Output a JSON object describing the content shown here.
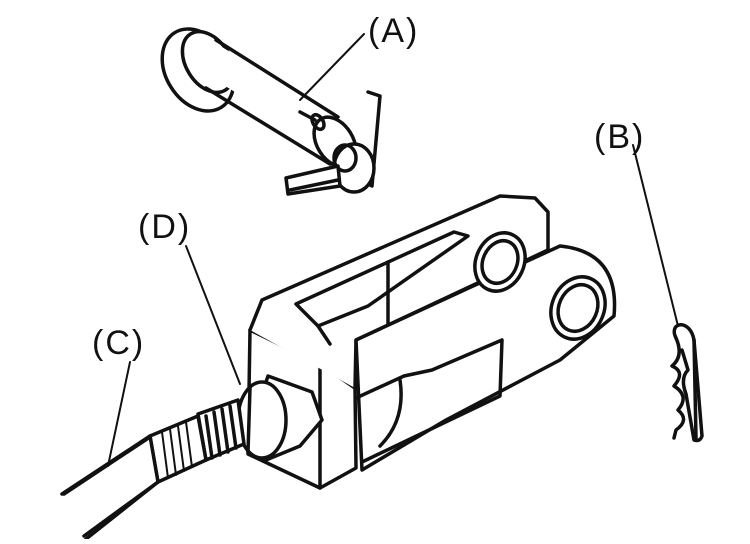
{
  "labels": {
    "a": "(A)",
    "b": "(B)",
    "c": "(C)",
    "d": "(D)"
  },
  "colors": {
    "ink": "#111111",
    "paper": "#ffffff"
  }
}
